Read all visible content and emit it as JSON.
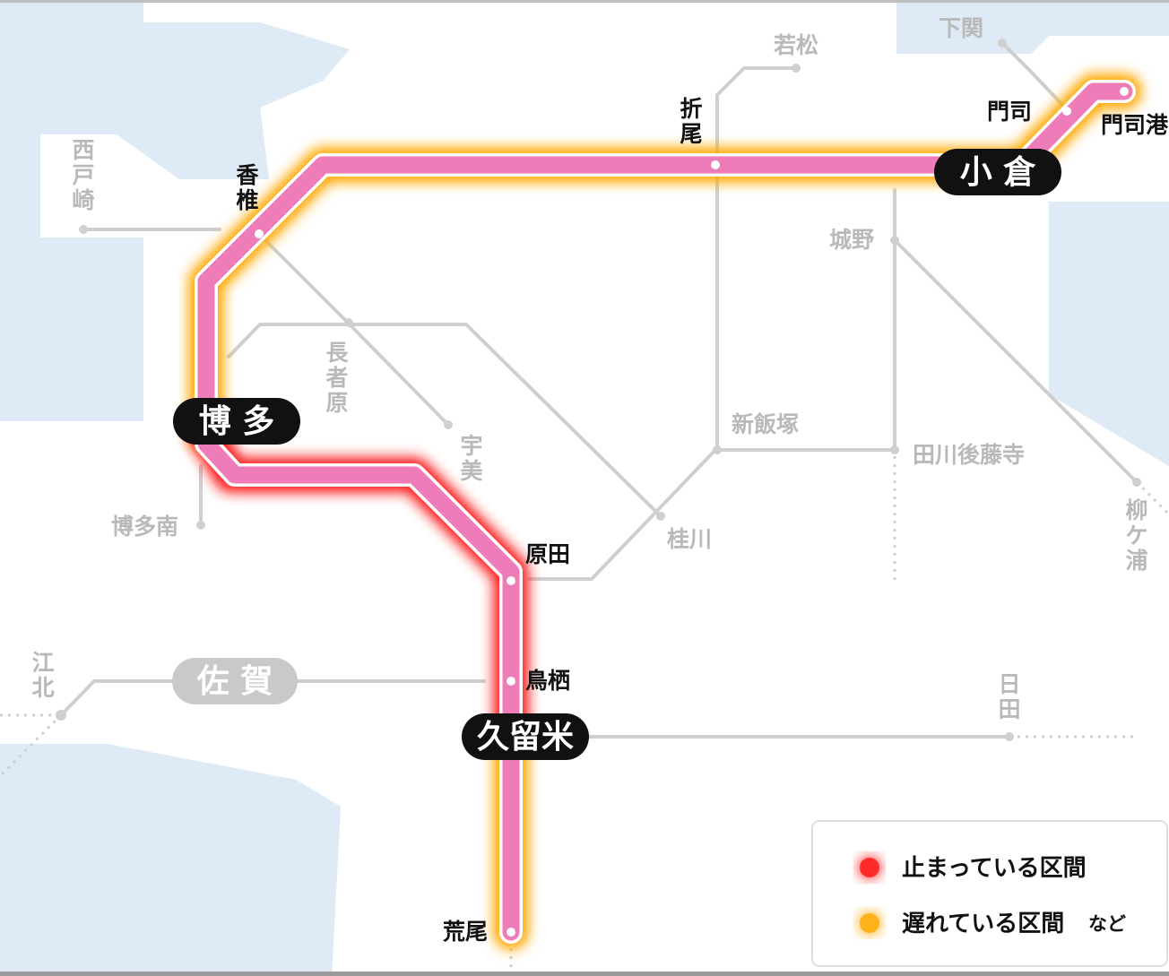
{
  "colors": {
    "sea": "#deeaf5",
    "land": "#ffffff",
    "gray_line": "#cfcfcf",
    "main_line": "#ee7cb8",
    "stopped": "#ff1a1a",
    "delayed": "#ffa800",
    "hub_bg": "#111111",
    "gray_hub_bg": "#c9c9c9"
  },
  "hubs": {
    "hakata": "博 多",
    "kokura": "小 倉",
    "kurume": "久留米",
    "saga": "佐 賀"
  },
  "stations_main": {
    "kashii": [
      "香",
      "椎"
    ],
    "orio": [
      "折",
      "尾"
    ],
    "moji": "門司",
    "mojiko": "門司港",
    "haruda": "原田",
    "tosu": "鳥栖",
    "arao": "荒尾"
  },
  "stations_minor": {
    "shimonoseki": "下関",
    "wakamatsu": "若松",
    "saitozaki": [
      "西",
      "戸",
      "崎"
    ],
    "chojabaru": [
      "長",
      "者",
      "原"
    ],
    "umi": [
      "宇",
      "美"
    ],
    "jono": "城野",
    "shiiizuka": "新飯塚",
    "tagawagotoji": "田川後藤寺",
    "yanagigaura": [
      "柳",
      "ケ",
      "浦"
    ],
    "hakataminami": "博多南",
    "keisen": "桂川",
    "kohoku": [
      "江",
      "北"
    ],
    "hita": [
      "日",
      "田"
    ]
  },
  "legend": {
    "stopped_label": "止まっている区間",
    "delayed_label": "遅れている区間",
    "delayed_suffix": "など"
  }
}
